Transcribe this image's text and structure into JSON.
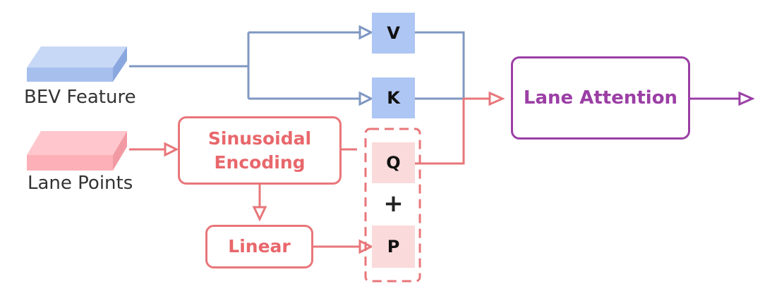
{
  "inputs": {
    "bev_feature": "BEV Feature",
    "lane_points": "Lane Points"
  },
  "blocks": {
    "sinusoidal_encoding_line1": "Sinusoidal",
    "sinusoidal_encoding_line2": "Encoding",
    "linear": "Linear",
    "lane_attention": "Lane Attention"
  },
  "tokens": {
    "v": "V",
    "k": "K",
    "q": "Q",
    "p": "P",
    "plus": "+"
  },
  "colors": {
    "bev_path": "#7f97c2",
    "bev_slab": "#aac2f0",
    "lane_path": "#e8767a",
    "lane_slab": "#fdb6be",
    "attention": "#9b3fa5"
  }
}
